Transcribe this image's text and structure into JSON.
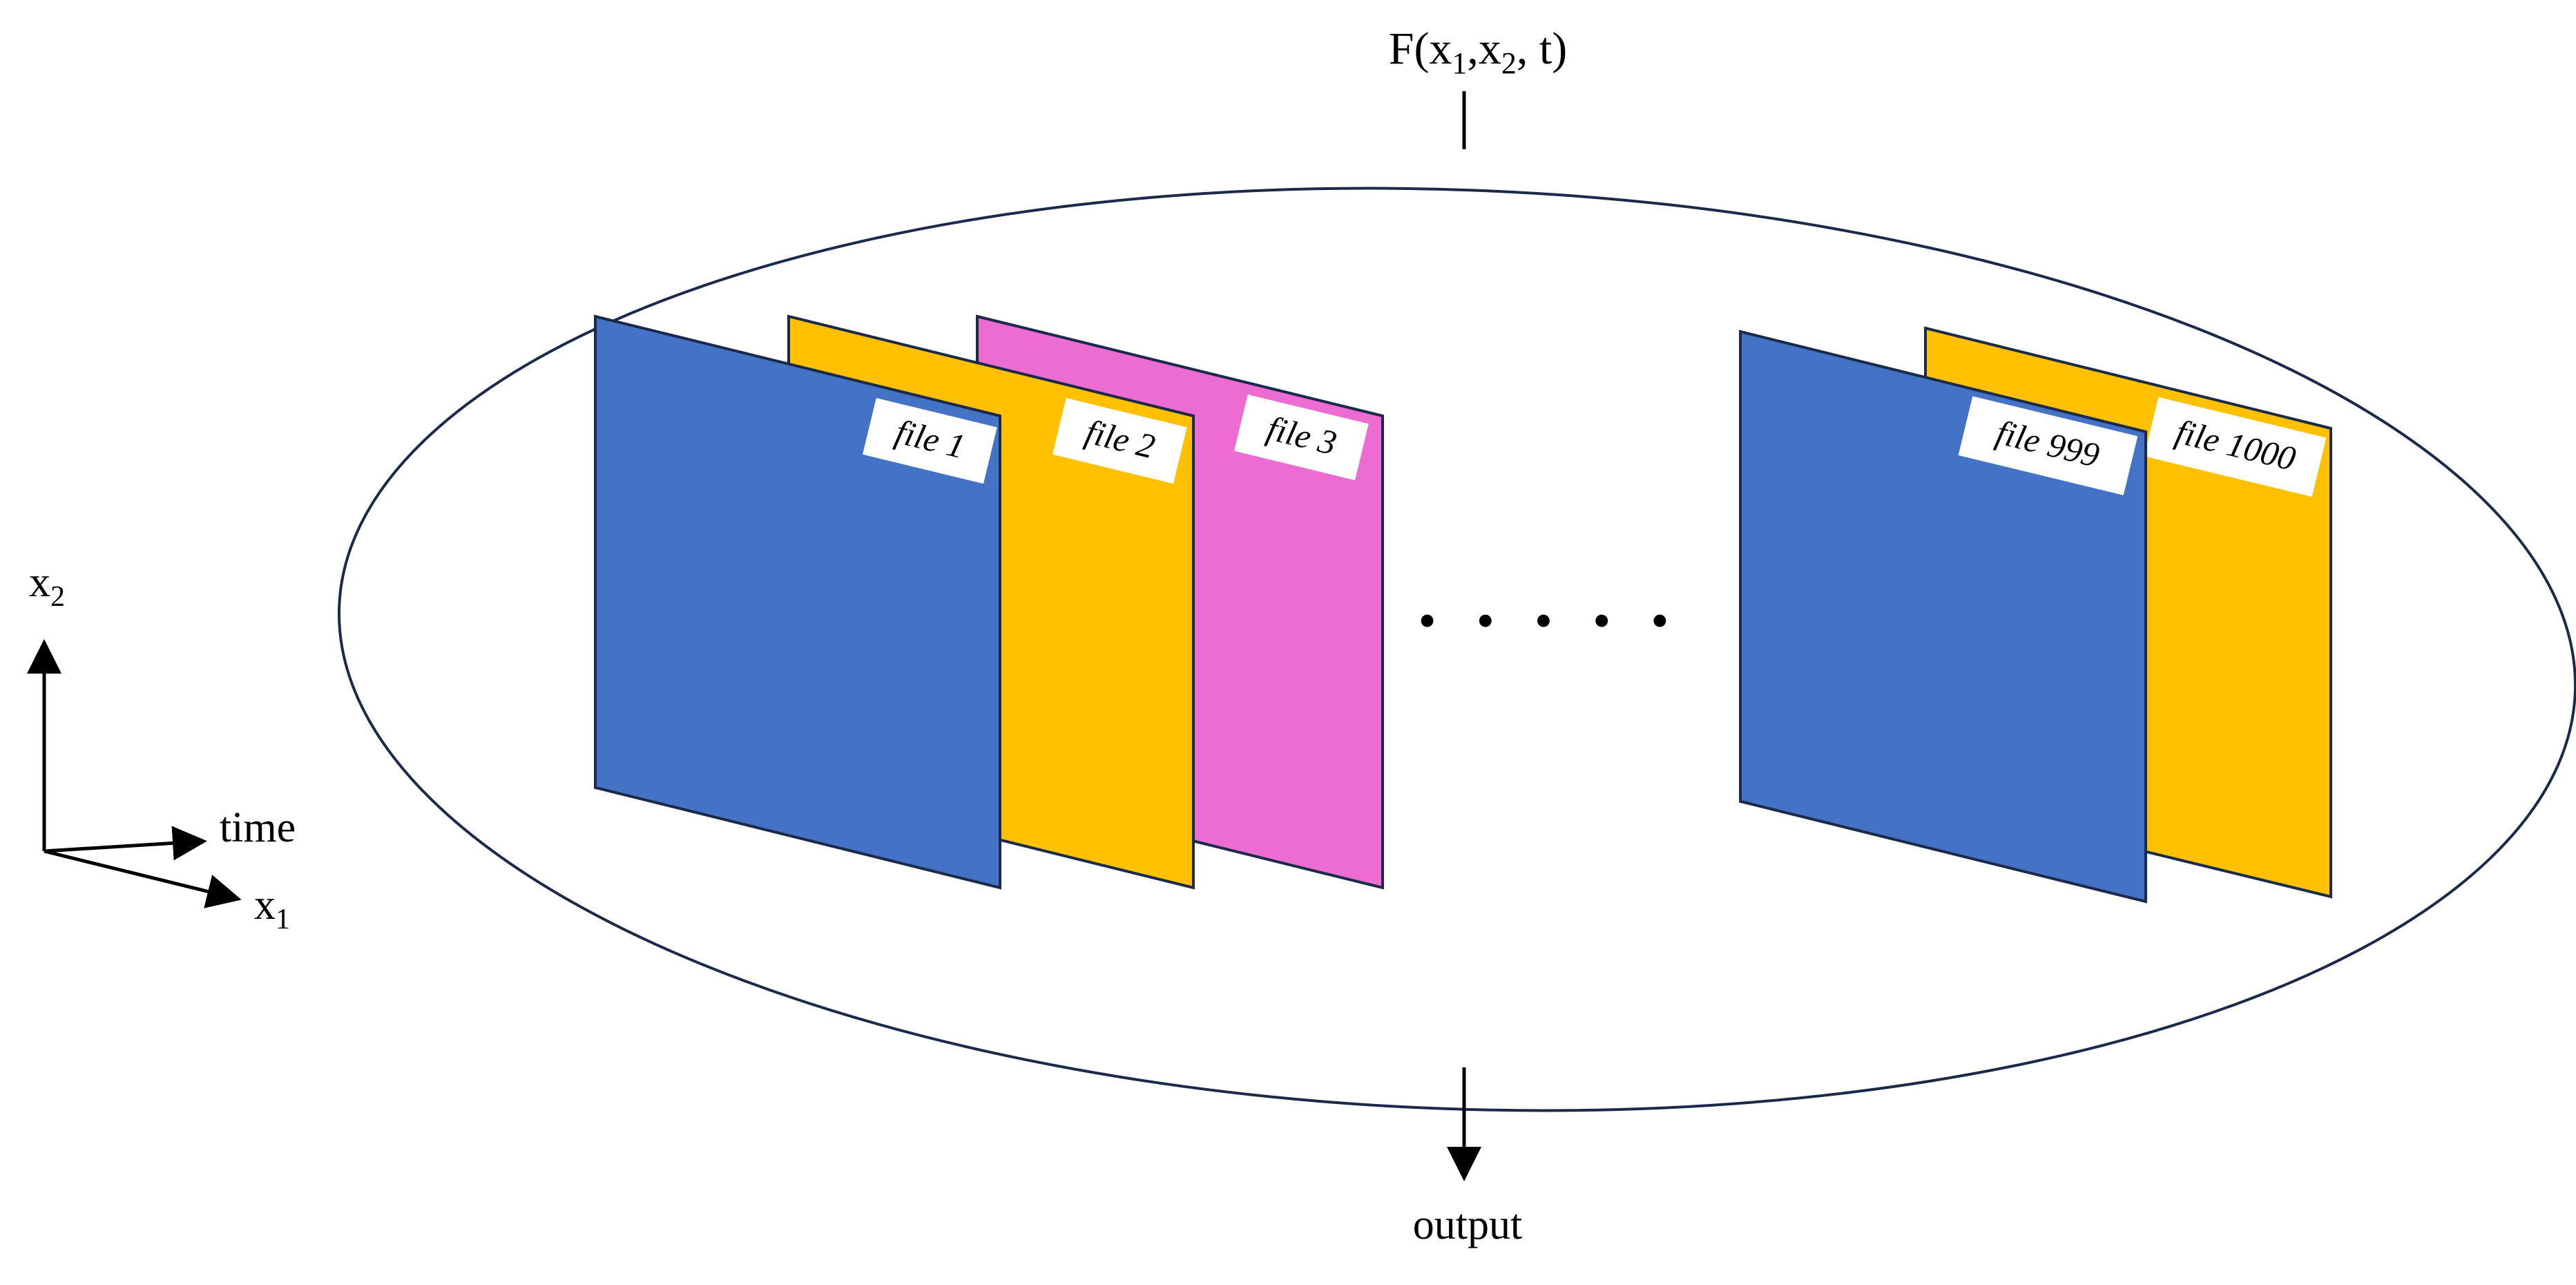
{
  "diagram": {
    "function_label": {
      "prefix": "F(x",
      "sub1": "1",
      "mid1": ",x",
      "sub2": "2",
      "suffix": ", t)"
    },
    "output_label": "output",
    "ellipsis": "· · · · ·",
    "axes": {
      "vertical": {
        "base": "x",
        "sub": "2"
      },
      "time": "time",
      "horizontal": {
        "base": "x",
        "sub": "1"
      }
    },
    "files": [
      {
        "label": "file 1",
        "color": "#4472C4"
      },
      {
        "label": "file 2",
        "color": "#FFC000"
      },
      {
        "label": "file 3",
        "color": "#EC6CD2"
      },
      {
        "label": "file 999",
        "color": "#4472C4"
      },
      {
        "label": "file 1000",
        "color": "#FFC000"
      }
    ],
    "colors": {
      "ellipse_stroke": "#1B2A4A",
      "arrow": "#000000"
    }
  }
}
